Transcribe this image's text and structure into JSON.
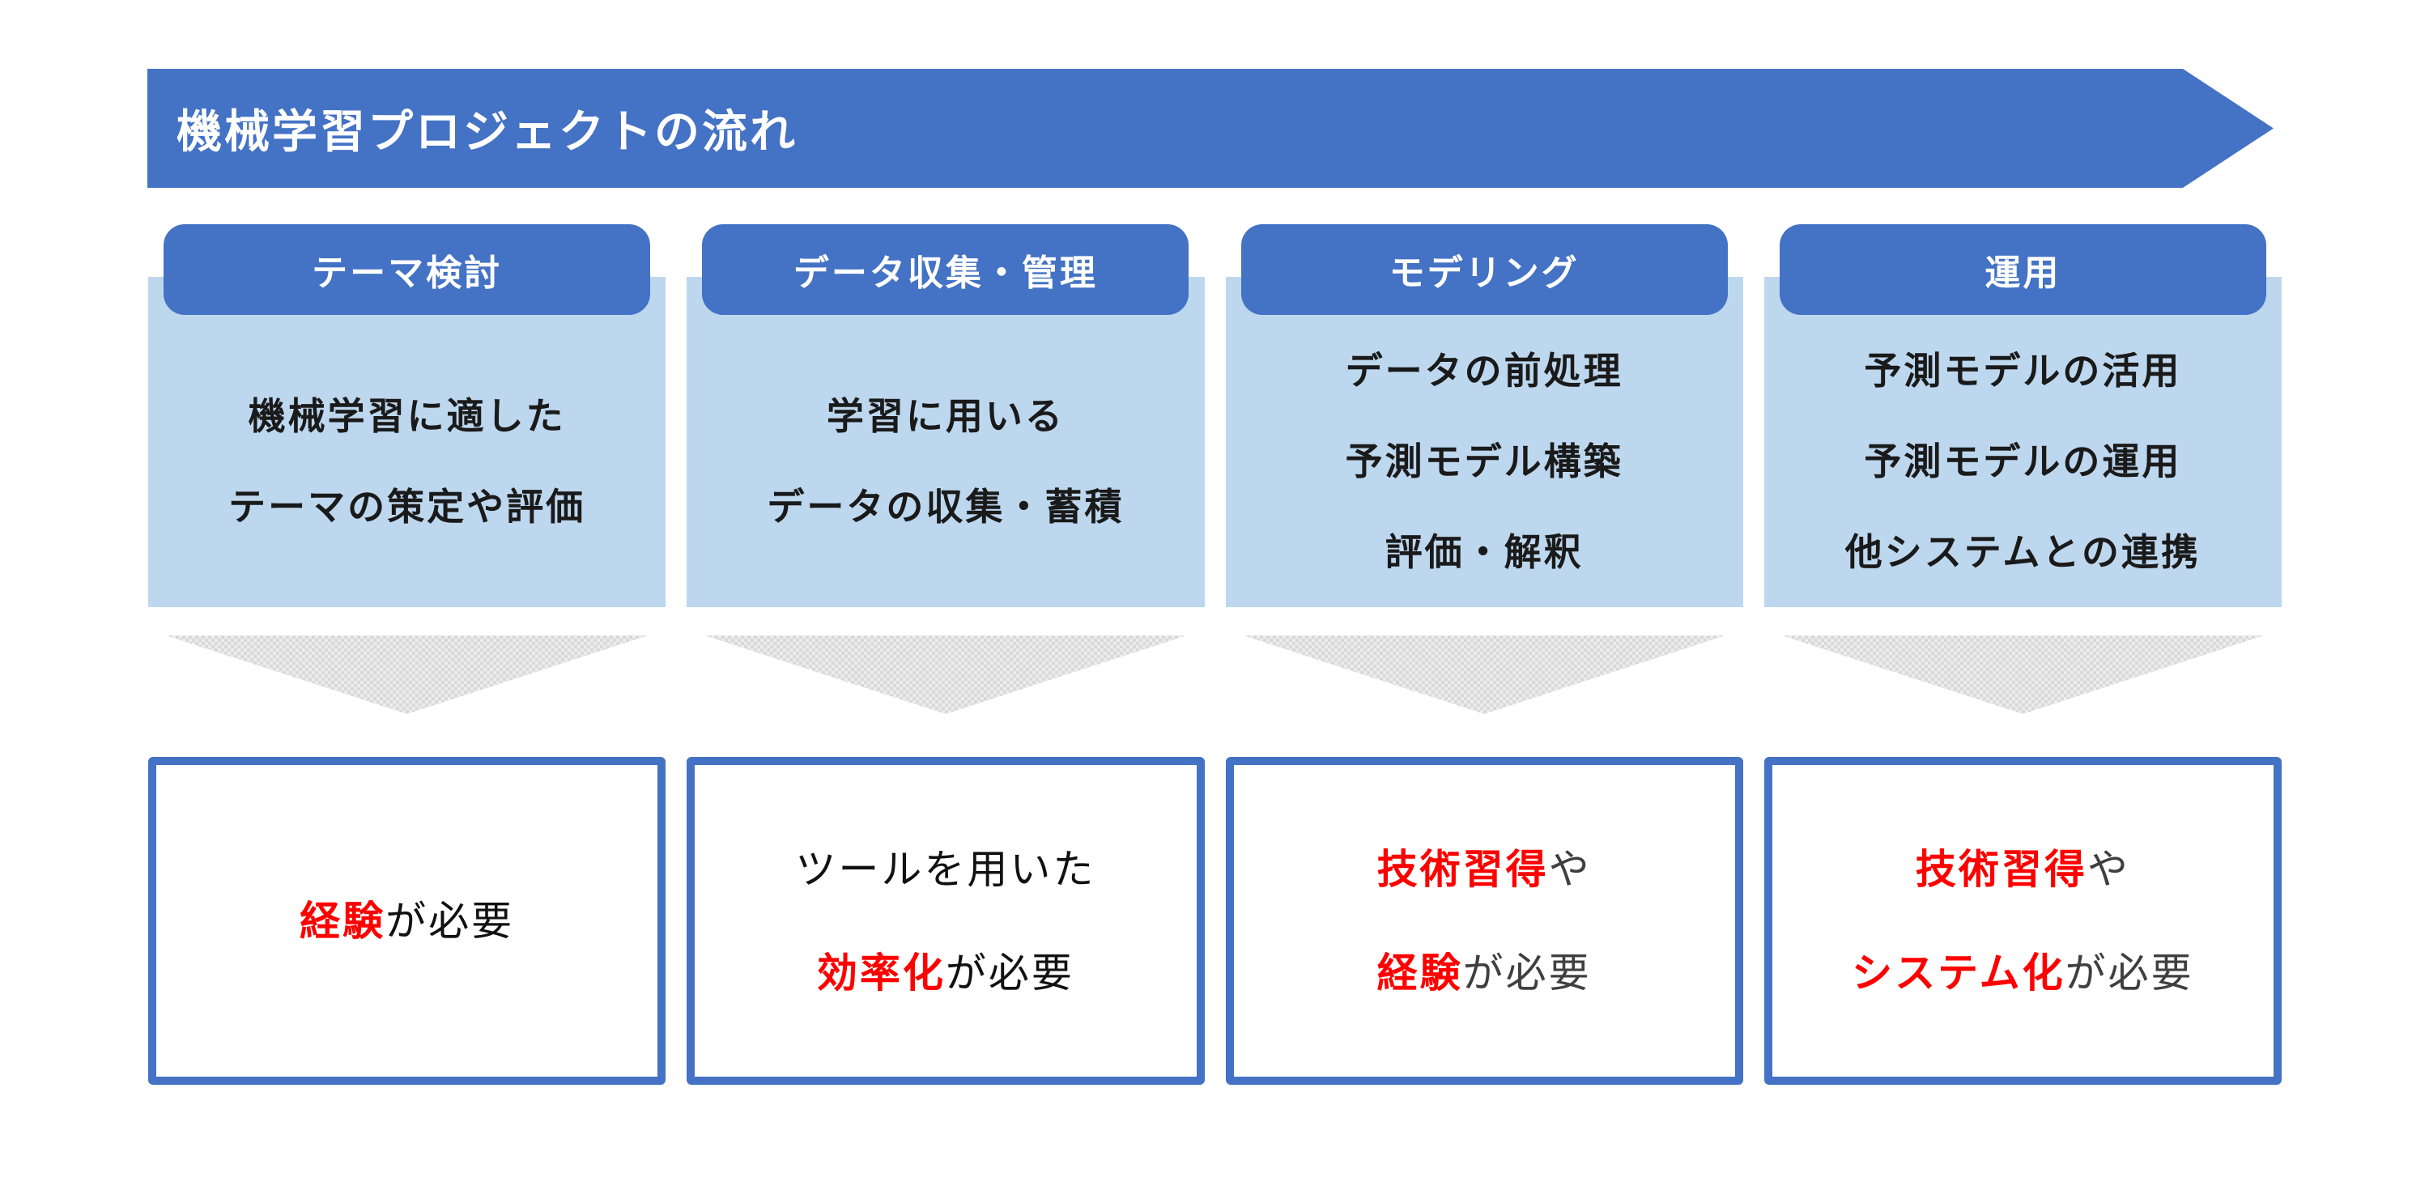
{
  "banner": {
    "title": "機械学習プロジェクトの流れ"
  },
  "colors": {
    "accent_blue": "#4472C4",
    "panel_light_blue": "#BDD7EE",
    "arrow_gray": "#D9D9D9",
    "arrow_gray_light": "#ECECEC",
    "highlight_red": "#FF0000",
    "body_text": "#1A1A1A",
    "note_text_dim": "#3F3F3F",
    "banner_text": "#FFFFFF"
  },
  "icons": {
    "banner_shape": "right-arrow-banner",
    "step_connector": "down-arrow-icon"
  },
  "columns": [
    {
      "header": "テーマ検討",
      "body_lines": [
        "機械学習に適した",
        "テーマの策定や評価"
      ],
      "note_lines": [
        [
          {
            "t": "経験",
            "c": "red"
          },
          {
            "t": "が必要",
            "c": "black"
          }
        ]
      ]
    },
    {
      "header": "データ収集・管理",
      "body_lines": [
        "学習に用いる",
        "データの収集・蓄積"
      ],
      "note_lines": [
        [
          {
            "t": "ツールを用いた",
            "c": "black"
          }
        ],
        [
          {
            "t": "効率化",
            "c": "red"
          },
          {
            "t": "が必要",
            "c": "black"
          }
        ]
      ]
    },
    {
      "header": "モデリング",
      "body_lines": [
        "データの前処理",
        "予測モデル構築",
        "評価・解釈"
      ],
      "note_lines": [
        [
          {
            "t": "技術習得",
            "c": "red"
          },
          {
            "t": "や",
            "c": "gray"
          }
        ],
        [
          {
            "t": "経験",
            "c": "red"
          },
          {
            "t": "が必要",
            "c": "gray"
          }
        ]
      ]
    },
    {
      "header": "運用",
      "body_lines": [
        "予測モデルの活用",
        "予測モデルの運用",
        "他システムとの連携"
      ],
      "note_lines": [
        [
          {
            "t": "技術習得",
            "c": "red"
          },
          {
            "t": "や",
            "c": "gray"
          }
        ],
        [
          {
            "t": "システム化",
            "c": "red"
          },
          {
            "t": "が必要",
            "c": "gray"
          }
        ]
      ]
    }
  ]
}
